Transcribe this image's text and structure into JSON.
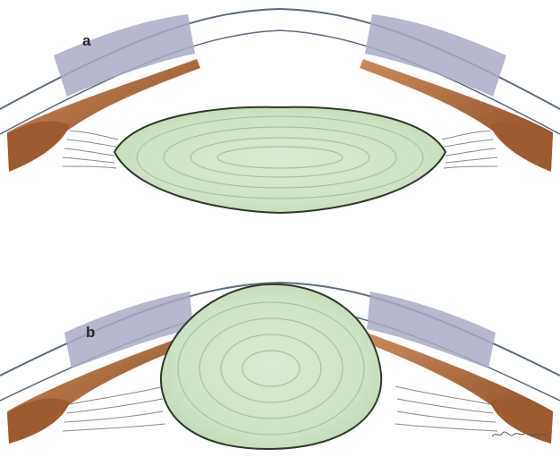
{
  "panels": [
    {
      "label": "a",
      "state": "flattened lens, anterior chamber open"
    },
    {
      "label": "b",
      "state": "rounded lens, shallow anterior chamber"
    }
  ],
  "colors": {
    "cornea_outline": "#5a6a7a",
    "sclera_band": "#aaaac6",
    "iris": "#b06a3c",
    "iris_dark": "#6e3a1c",
    "lens_fill": "#cfe3c6",
    "lens_outline": "#2f3a2a",
    "zonule": "#8a8a8a"
  }
}
